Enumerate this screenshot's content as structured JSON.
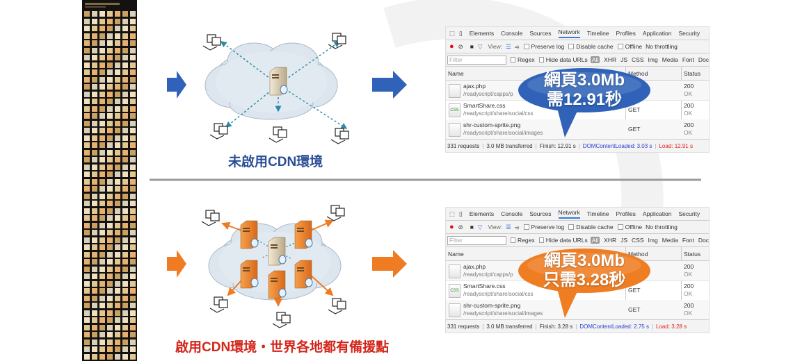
{
  "captions": {
    "without_cdn": "未啟用CDN環境",
    "with_cdn": "啟用CDN環境・世界各地都有備援點"
  },
  "colors": {
    "blue": "#2f5fae",
    "orange": "#ef7b22",
    "red_caption": "#d4251a",
    "blue_caption": "#2b4f95"
  },
  "devtools": {
    "tabs": [
      "Elements",
      "Console",
      "Sources",
      "Network",
      "Timeline",
      "Profiles",
      "Application",
      "Security"
    ],
    "active_tab": "Network",
    "toolbar": {
      "view": "View:",
      "preserve_log": "Preserve log",
      "disable_cache": "Disable cache",
      "offline": "Offline",
      "throttling": "No throttling"
    },
    "filter": {
      "placeholder": "Filter",
      "regex": "Regex",
      "hide_data_urls": "Hide data URLs",
      "all": "All",
      "types": [
        "XHR",
        "JS",
        "CSS",
        "Img",
        "Media",
        "Font",
        "Doc"
      ]
    },
    "columns": {
      "name": "Name",
      "method": "Method",
      "status": "Status"
    },
    "rows": [
      {
        "name": "ajax.php",
        "path": "/readyscript/capps/p",
        "method": "GET",
        "code": "200",
        "text": "OK",
        "icon": ""
      },
      {
        "name": "SmartShare.css",
        "path": "/readyscript/share/social/css",
        "method": "GET",
        "code": "200",
        "text": "OK",
        "icon": "CSS"
      },
      {
        "name": "shr-custom-sprite.png",
        "path": "/readyscript/share/social/images",
        "method": "GET",
        "code": "200",
        "text": "OK",
        "icon": ""
      }
    ]
  },
  "panels": [
    {
      "summary": {
        "requests": "331 requests",
        "transferred": "3.0 MB transferred",
        "finish": "Finish: 12.91 s",
        "dcl": "DOMContentLoaded: 3.03 s",
        "load": "Load: 12.91 s"
      },
      "bubble": {
        "line1": "網頁3.0Mb",
        "line2": "需12.91秒",
        "color": "#2f62b8"
      }
    },
    {
      "summary": {
        "requests": "331 requests",
        "transferred": "3.0 MB transferred",
        "finish": "Finish: 3.28 s",
        "dcl": "DOMContentLoaded: 2.75 s",
        "load": "Load: 3.28 s"
      },
      "bubble": {
        "line1": "網頁3.0Mb",
        "line2": "只需3.28秒",
        "color": "#ef7d22"
      }
    }
  ]
}
